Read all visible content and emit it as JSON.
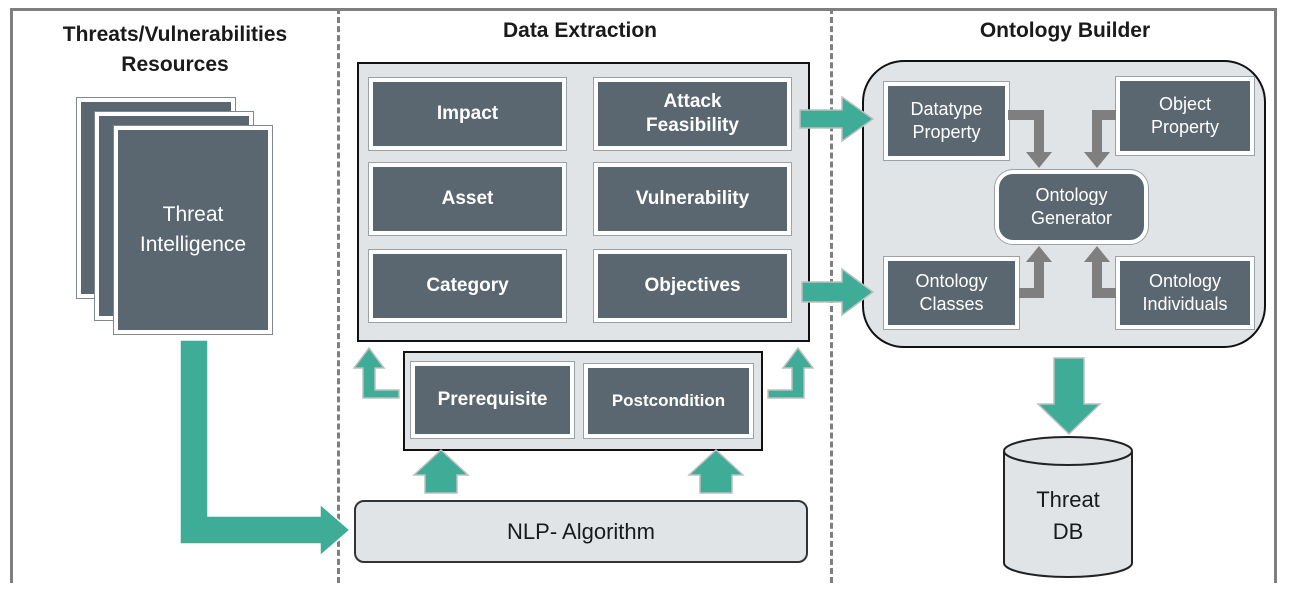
{
  "headings": {
    "left": "Threats/Vulnerabilities\nResources",
    "middle": "Data Extraction",
    "right": "Ontology Builder"
  },
  "resources": {
    "document_label": "Threat\nIntelligence"
  },
  "data_extraction": {
    "attributes": [
      "Impact",
      "Attack\nFeasibility",
      "Asset",
      "Vulnerability",
      "Category",
      "Objectives"
    ],
    "conditions": [
      "Prerequisite",
      "Postcondition"
    ],
    "algorithm": "NLP- Algorithm"
  },
  "ontology_builder": {
    "datatype_property": "Datatype\nProperty",
    "object_property": "Object\nProperty",
    "generator": "Ontology\nGenerator",
    "classes": "Ontology\nClasses",
    "individuals": "Ontology\nIndividuals"
  },
  "database": {
    "label": "Threat\nDB"
  },
  "colors": {
    "box": "#5b6770",
    "panel": "#e1e4e7",
    "arrow": "#3eac96",
    "gray_arrow": "#7f7f7f"
  }
}
